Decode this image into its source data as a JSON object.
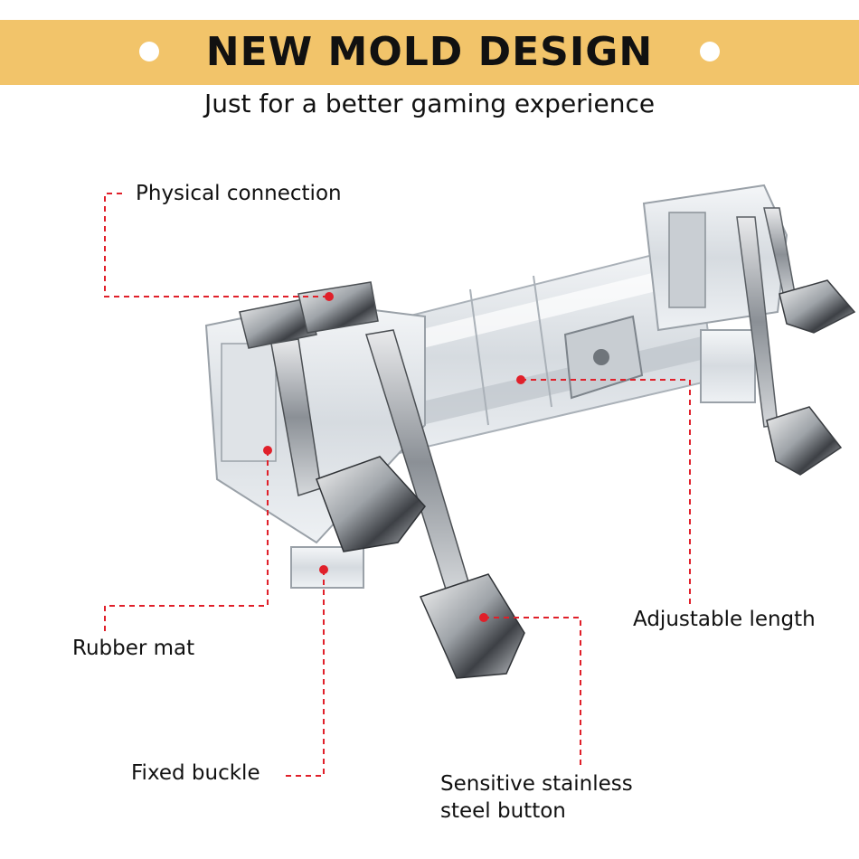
{
  "header": {
    "title": "NEW MOLD DESIGN",
    "subtitle": "Just for a better gaming experience",
    "banner_color": "#f2c46a"
  },
  "callouts": {
    "physical_connection": "Physical connection",
    "rubber_mat": "Rubber mat",
    "fixed_buckle": "Fixed buckle",
    "adjustable_length": "Adjustable length",
    "sensitive_button_line1": "Sensitive stainless",
    "sensitive_button_line2": "steel button"
  },
  "colors": {
    "callout_line": "#e0202a",
    "product_clear": "#d8dde2",
    "product_metal": "#9aa0a6"
  }
}
